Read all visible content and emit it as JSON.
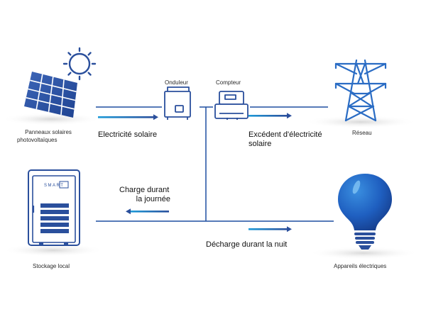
{
  "diagram": {
    "nodes": {
      "panels": {
        "label_line1": "Panneaux solaires",
        "label_line2": "photovoltaïques"
      },
      "inverter": {
        "label": "Onduleur"
      },
      "meter": {
        "label": "Compteur"
      },
      "grid": {
        "label": "Réseau"
      },
      "storage": {
        "label": "Stockage local",
        "brand": "SMART"
      },
      "appliances": {
        "label": "Appareils électriques"
      }
    },
    "flows": {
      "solar": {
        "label": "Electricité solaire"
      },
      "excess": {
        "label_line1": "Excédent d'électricité",
        "label_line2": "solaire"
      },
      "charge": {
        "label_line1": "Charge durant",
        "label_line2": "la journée"
      },
      "discharge": {
        "label": "Décharge durant la nuit"
      }
    },
    "colors": {
      "primary_blue": "#2a4f9c",
      "accent_blue": "#1c8fd6",
      "line_blue": "#1f4fa0",
      "shadow_gray": "#dcdcdc"
    },
    "icons": [
      "solar-panel-icon",
      "sun-icon",
      "inverter-icon",
      "meter-icon",
      "pylon-icon",
      "battery-cabinet-icon",
      "light-bulb-icon"
    ]
  }
}
